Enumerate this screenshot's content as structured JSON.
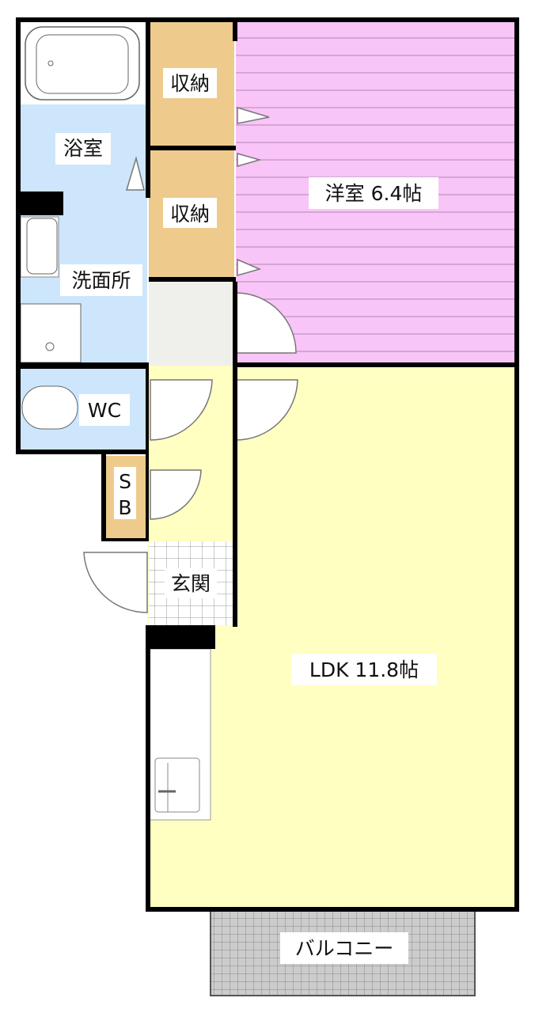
{
  "rooms": {
    "western_room": "洋室 6.4帖",
    "storage_1": "収納",
    "storage_2": "収納",
    "bathroom": "浴室",
    "washroom": "洗面所",
    "wc": "WC",
    "shoe_box_s": "S",
    "shoe_box_b": "B",
    "entrance": "玄関",
    "ldk": "LDK 11.8帖",
    "balcony": "バルコニー"
  },
  "colors": {
    "western_room": "#f9c4f7",
    "storage": "#eecb8c",
    "wet_area": "#cde6fb",
    "hall": "#efefeb",
    "ldk": "#ffffc2",
    "balcony": "#bdbdbd",
    "wall": "#000000"
  }
}
